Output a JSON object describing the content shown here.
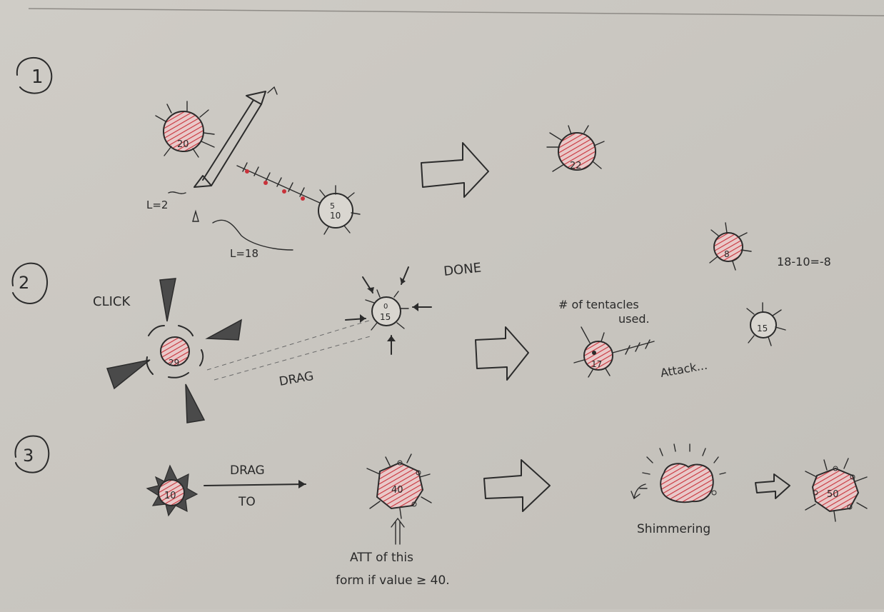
{
  "colors": {
    "paper": "#cfccc6",
    "ink": "#2b2b2b",
    "red": "#c8323a"
  },
  "steps": [
    {
      "number": "1"
    },
    {
      "number": "2"
    },
    {
      "number": "3"
    }
  ],
  "step1": {
    "creature_a_value": "20",
    "creature_b_value": "10",
    "creature_b_label": "5",
    "length_short": "L=2",
    "length_long": "L=18",
    "result_value": "22"
  },
  "step2": {
    "click_label": "CLICK",
    "drag_label": "DRAG",
    "done_label": "DONE",
    "selected_value": "29",
    "target_value": "15",
    "target_top": "0",
    "tentacles_note_line1": "# of tentacles",
    "tentacles_note_line2": "used.",
    "attacker_value": "17",
    "attack_label": "Attack...",
    "enemy_value": "15",
    "result_value": "8",
    "equation": "18-10=-8"
  },
  "step3": {
    "source_value": "10",
    "drag_label": "DRAG",
    "to_label": "TO",
    "merged_value": "40",
    "note_line1": "ATT of this",
    "note_line2": "form if value ≥ 40.",
    "shimmer_label": "Shimmering",
    "final_value": "50"
  }
}
